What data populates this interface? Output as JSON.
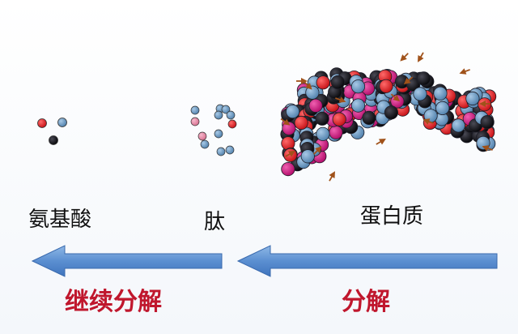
{
  "labels": {
    "amino_acid": "氨基酸",
    "peptide": "肽",
    "protein": "蛋白质"
  },
  "actions": {
    "continue_decompose": "继续分解",
    "decompose": "分解"
  },
  "colors": {
    "red": "#d81e1e",
    "blue": "#6e9cc4",
    "black": "#111111",
    "magenta": "#d0117a",
    "pink": "#e58aa8",
    "arrow_fill": "#5b8fd1",
    "arrow_mark": "#a0521a",
    "action_text": "#c0172d"
  }
}
